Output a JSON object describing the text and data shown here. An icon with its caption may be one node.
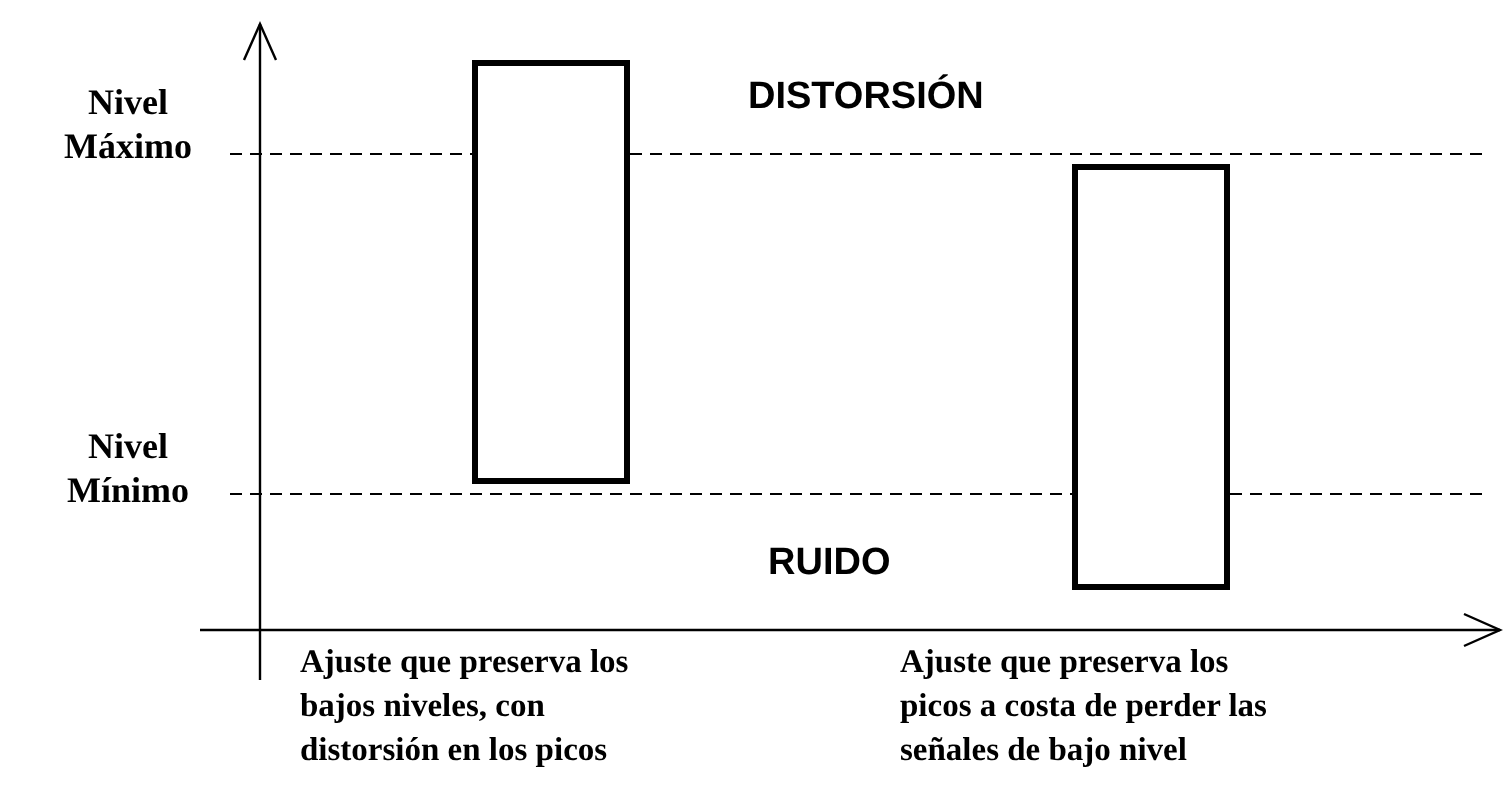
{
  "diagram": {
    "nodes": [
      {
        "text": [],
        "shape": "box"
      },
      {
        "text": [],
        "shape": "box"
      }
    ],
    "labels": [
      "Nivel Máximo",
      "DISTORSIÓN",
      "Nivel Mínimo",
      "RUIDO",
      "Ajuste que preserva los bajos niveles, con distorsión en los picos",
      "Ajuste que preserva los picos a costa de perder las señales de bajo nivel"
    ]
  }
}
